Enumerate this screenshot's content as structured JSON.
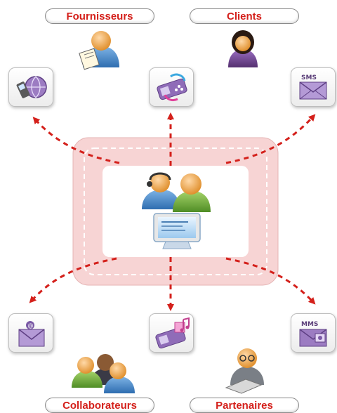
{
  "labels": {
    "suppliers": "Fournisseurs",
    "clients": "Clients",
    "collaborators": "Collaborateurs",
    "partners": "Partenaires"
  },
  "icons": {
    "top_left": "globe-phone-icon",
    "top_center": "phone-sync-icon",
    "top_right": "sms-envelope-icon",
    "bottom_left": "email-envelope-icon",
    "bottom_center": "phone-music-icon",
    "bottom_right": "mms-envelope-icon"
  },
  "sms_text": "SMS",
  "mms_text": "MMS",
  "colors": {
    "accent_red": "#d4201b",
    "frame_pink": "#f6d3d3",
    "icon_purple": "#7b5aa6"
  }
}
